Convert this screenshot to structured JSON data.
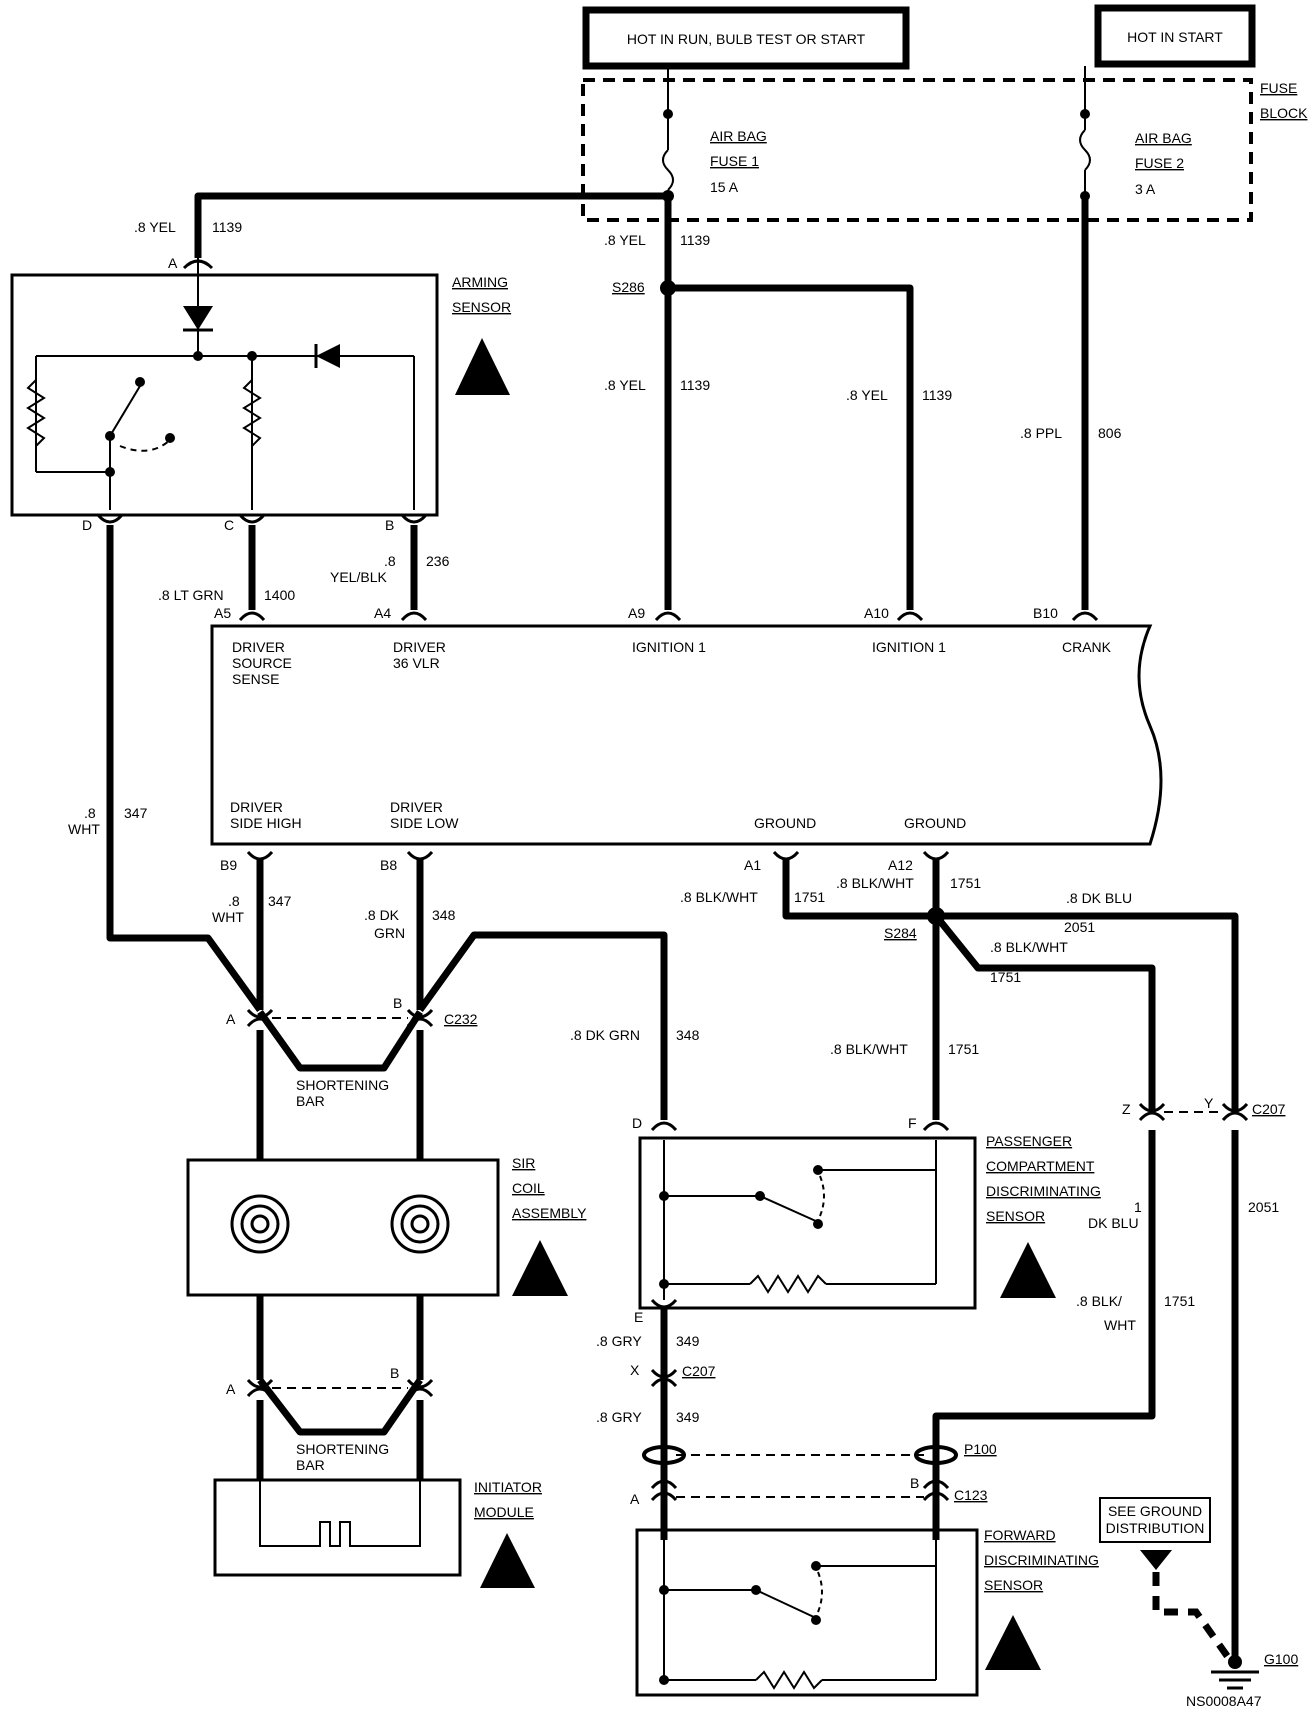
{
  "headers": {
    "hot_run": "HOT IN RUN, BULB TEST OR START",
    "hot_start": "HOT IN START"
  },
  "fuse_block": {
    "title_1": "FUSE",
    "title_2": "BLOCK",
    "fuse1": {
      "l1": "AIR BAG",
      "l2": "FUSE 1",
      "rating": "15 A"
    },
    "fuse2": {
      "l1": "AIR BAG",
      "l2": "FUSE 2",
      "rating": "3 A"
    }
  },
  "components": {
    "arming_1": "ARMING",
    "arming_2": "SENSOR",
    "sir_1": "SIR",
    "sir_2": "COIL",
    "sir_3": "ASSEMBLY",
    "init_1": "INITIATOR",
    "init_2": "MODULE",
    "pcds_1": "PASSENGER",
    "pcds_2": "COMPARTMENT",
    "pcds_3": "DISCRIMINATING",
    "pcds_4": "SENSOR",
    "fds_1": "FORWARD",
    "fds_2": "DISCRIMINATING",
    "fds_3": "SENSOR",
    "short_1": "SHORTENING",
    "short_2": "BAR",
    "see_ground_1": "SEE GROUND",
    "see_ground_2": "DISTRIBUTION"
  },
  "module_labels": {
    "driver_source_1": "DRIVER",
    "driver_source_2": "SOURCE",
    "driver_source_3": "SENSE",
    "driver_36_1": "DRIVER",
    "driver_36_2": "36 VLR",
    "ign1_a": "IGNITION 1",
    "ign1_b": "IGNITION 1",
    "crank": "CRANK",
    "side_high_1": "DRIVER",
    "side_high_2": "SIDE HIGH",
    "side_low_1": "DRIVER",
    "side_low_2": "SIDE LOW",
    "ground_a": "GROUND",
    "ground_b": "GROUND"
  },
  "pins": {
    "A": "A",
    "B": "B",
    "C": "C",
    "D": "D",
    "E": "E",
    "F": "F",
    "X": "X",
    "Y": "Y",
    "Z": "Z",
    "A5": "A5",
    "A4": "A4",
    "A9": "A9",
    "A10": "A10",
    "B10": "B10",
    "B9": "B9",
    "B8": "B8",
    "A1": "A1",
    "A12": "A12"
  },
  "refs": {
    "S286": "S286",
    "S284": "S284",
    "C232": "C232",
    "C207": "C207",
    "P100": "P100",
    "C123": "C123",
    "G100": "G100",
    "code": "NS0008A47"
  },
  "wires": {
    "yel": ".8 YEL",
    "c1139": "1139",
    "ppl": ".8 PPL",
    "c806": "806",
    "ltgrn": ".8 LT GRN",
    "c1400": "1400",
    "yelblk_1": ".8",
    "yelblk_2": "YEL/BLK",
    "c236": "236",
    "wht_1": ".8",
    "wht_2": "WHT",
    "c347": "347",
    "dkgrn_1": ".8 DK",
    "dkgrn_2": "GRN",
    "c348": "348",
    "dkgrn": ".8 DK GRN",
    "blkwht": ".8 BLK/WHT",
    "c1751": "1751",
    "blkwht_1": ".8 BLK/",
    "blkwht_2": "WHT",
    "dkblu": ".8 DK BLU",
    "c2051": "2051",
    "dkblu_1": "1",
    "dkblu_2": "DK BLU",
    "gry": ".8 GRY",
    "c349": "349"
  }
}
